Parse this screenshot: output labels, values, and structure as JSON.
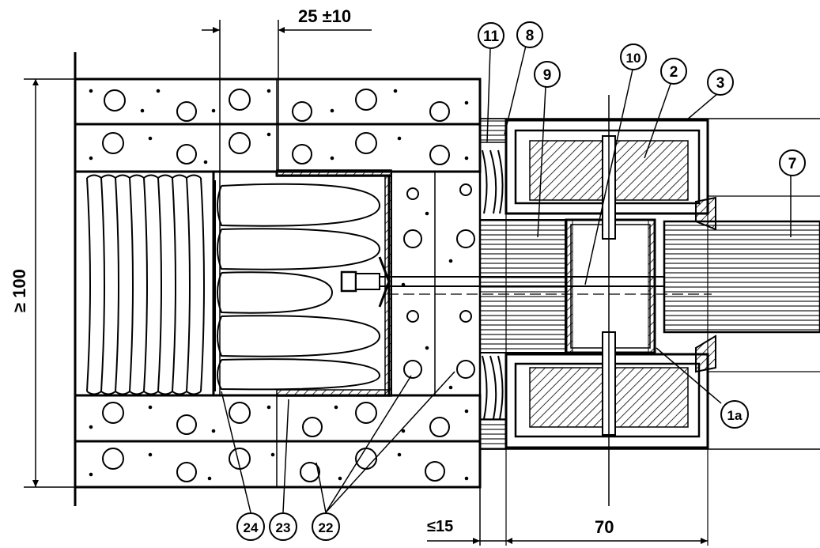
{
  "dimensions": {
    "top_dim": "25 ±10",
    "left_dim": "≥ 100",
    "bottom_small": "≤15",
    "bottom_large": "70"
  },
  "callouts": [
    {
      "id": "c11",
      "text": "11"
    },
    {
      "id": "c8",
      "text": "8"
    },
    {
      "id": "c9",
      "text": "9"
    },
    {
      "id": "c10",
      "text": "10"
    },
    {
      "id": "c2",
      "text": "2"
    },
    {
      "id": "c3",
      "text": "3"
    },
    {
      "id": "c7",
      "text": "7"
    },
    {
      "id": "c1a",
      "text": "1a"
    },
    {
      "id": "c24",
      "text": "24"
    },
    {
      "id": "c23",
      "text": "23"
    },
    {
      "id": "c22",
      "text": "22"
    }
  ]
}
